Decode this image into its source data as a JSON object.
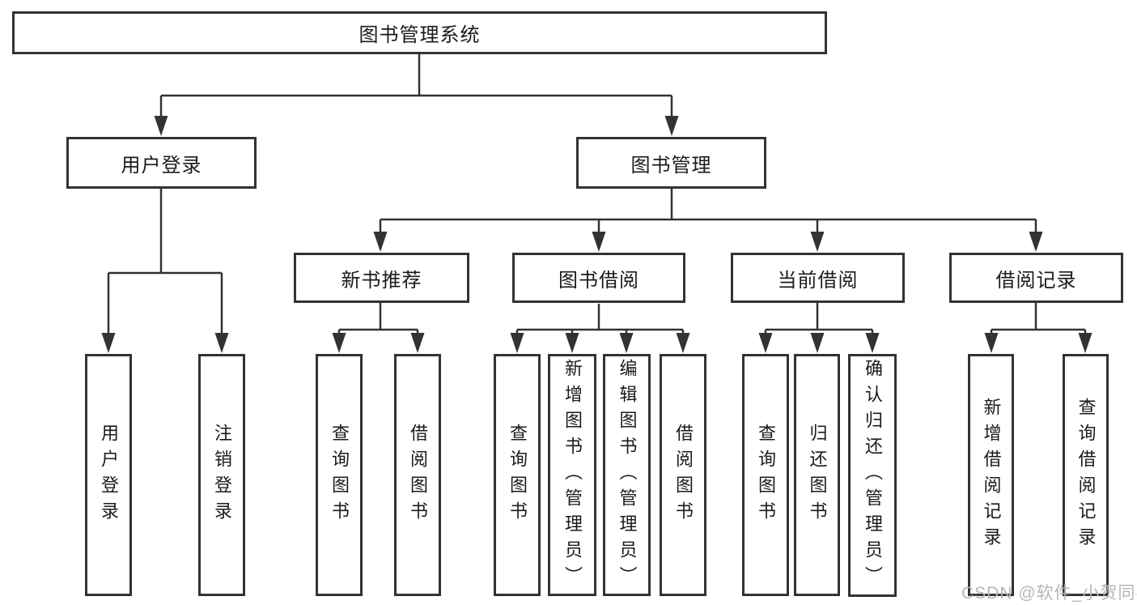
{
  "diagram": {
    "root": "图书管理系统",
    "user_login_branch": {
      "label": "用户登录",
      "children": [
        "用户登录",
        "注销登录"
      ]
    },
    "book_mgmt_branch": {
      "label": "图书管理",
      "children": [
        {
          "label": "新书推荐",
          "children": [
            "查询图书",
            "借阅图书"
          ]
        },
        {
          "label": "图书借阅",
          "children": [
            "查询图书",
            "新增图书（管理员）",
            "编辑图书（管理员）",
            "借阅图书"
          ]
        },
        {
          "label": "当前借阅",
          "children": [
            "查询图书",
            "归还图书",
            "确认归还（管理员）"
          ]
        },
        {
          "label": "借阅记录",
          "children": [
            "新增借阅记录",
            "查询借阅记录"
          ]
        }
      ]
    }
  },
  "watermark": "CSDN @软件_小贺同学",
  "colors": {
    "line": "#333333",
    "text": "#1b1b1b",
    "watermark": "#b6b6b6",
    "background": "#ffffff"
  }
}
